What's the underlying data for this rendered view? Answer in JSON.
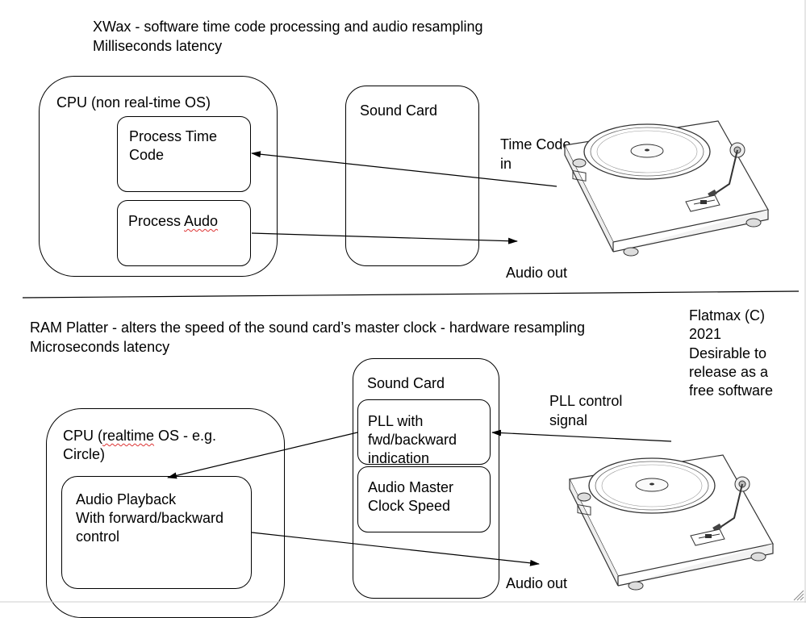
{
  "top_section": {
    "title_line1": "XWax - software time code processing and audio resampling",
    "title_line2": "Milliseconds latency",
    "cpu_label": "CPU (non real-time OS)",
    "process_time_code_line1": "Process Time",
    "process_time_code_line2": "Code",
    "process_audio_prefix": "Process ",
    "process_audio_word": "Audo",
    "sound_card_label": "Sound Card",
    "time_code_in_line1": "Time Code",
    "time_code_in_line2": "in",
    "audio_out": "Audio out"
  },
  "bottom_section": {
    "title_line1": "RAM Platter - alters the speed of the sound card’s master clock - hardware resampling",
    "title_line2": "Microseconds latency",
    "cpu_label_line1_a": "CPU (",
    "cpu_label_line1_b": "realtime",
    "cpu_label_line1_c": " OS - e.g.",
    "cpu_label_line2": "Circle)",
    "audio_playback_line1": "Audio Playback",
    "audio_playback_line2": "With forward/backward",
    "audio_playback_line3": "control",
    "sound_card_label": "Sound Card",
    "pll_line1": "PLL with",
    "pll_line2": "fwd/backward",
    "pll_line3": "indication",
    "audio_master_line1": "Audio Master",
    "audio_master_line2": "Clock Speed",
    "pll_control_line1": "PLL control",
    "pll_control_line2": "signal",
    "audio_out": "Audio out"
  },
  "note": {
    "line1": "Flatmax (C)",
    "line2": "2021",
    "line3": "Desirable to",
    "line4": "release as a",
    "line5": "free software"
  }
}
